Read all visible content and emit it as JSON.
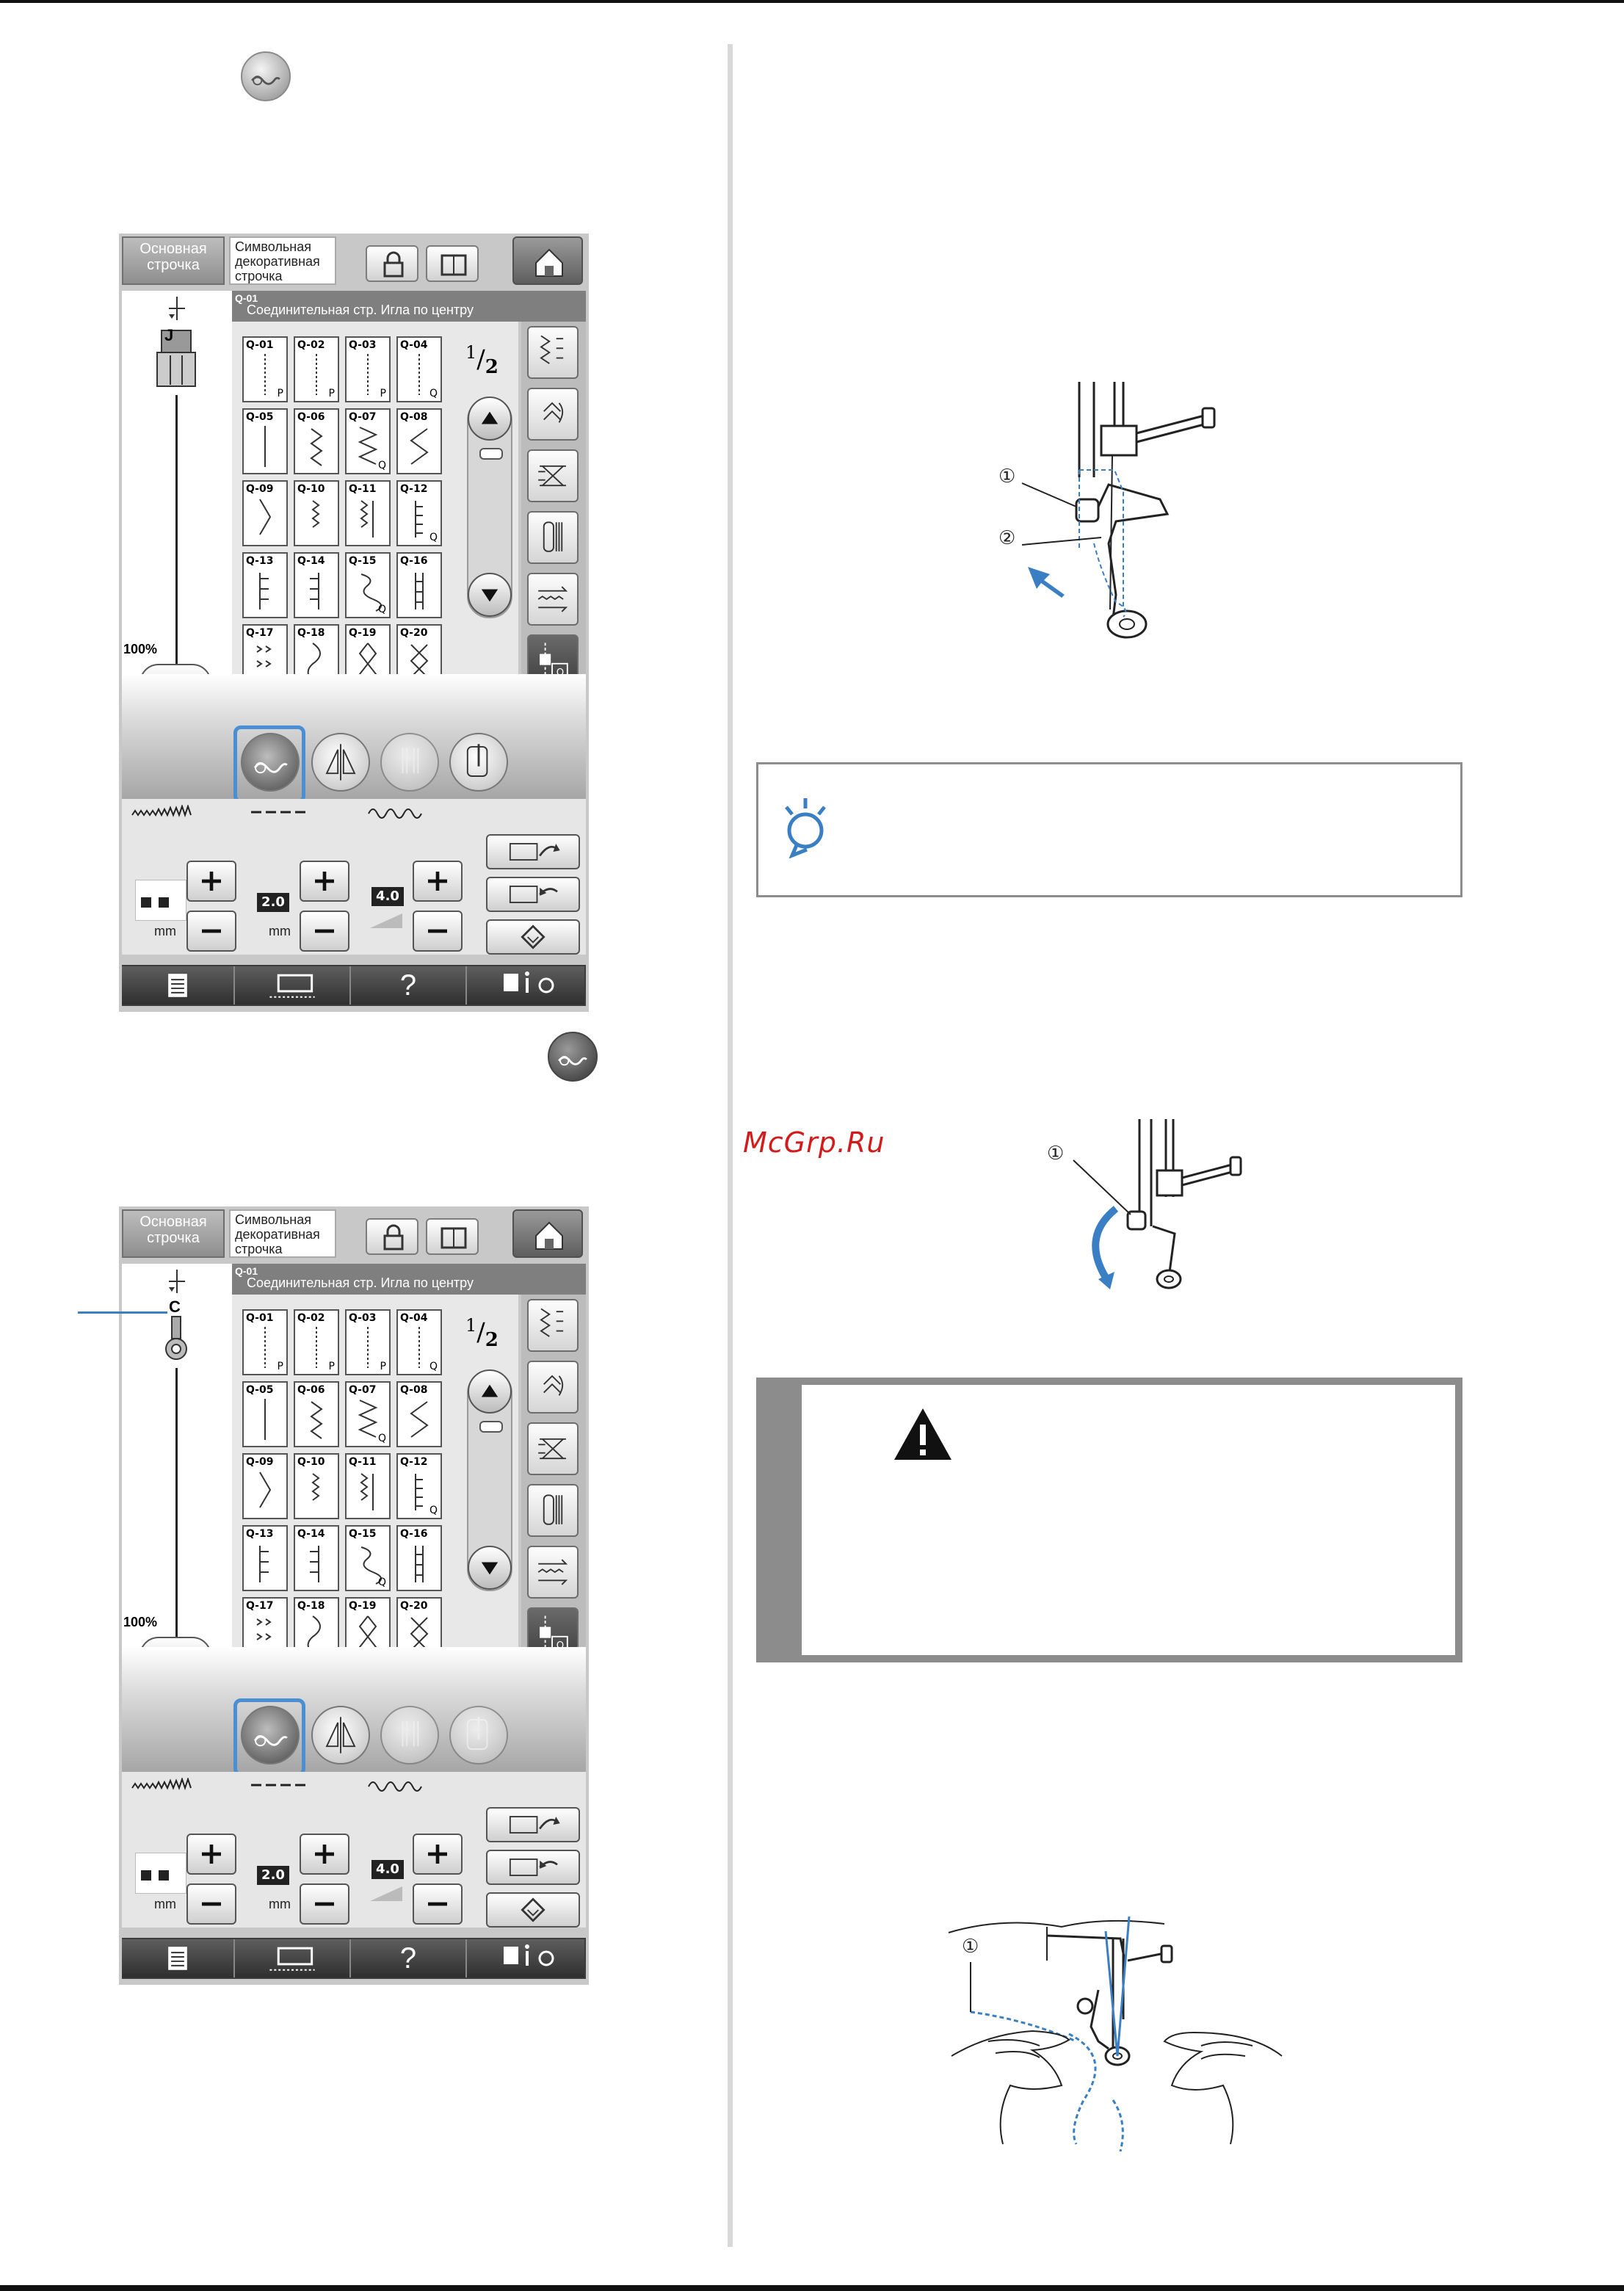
{
  "watermark": "McGrp.Ru",
  "screen": {
    "tab_basic": "Основная строчка",
    "tab_char": "Символьная декоративная строчка",
    "header_code": "Q-01",
    "header_title": "Соединительная стр. Игла по центру",
    "page_fraction_num": "1",
    "page_fraction_den": "2",
    "speed_percent": "100%",
    "stitch_width_value": "2.0",
    "tension_value": "4.0",
    "unit_mm": "mm",
    "help_label": "?",
    "presser_foot_1": "J",
    "presser_foot_2": "C",
    "cells": [
      {
        "code": "Q-01",
        "mark": "P"
      },
      {
        "code": "Q-02",
        "mark": "P"
      },
      {
        "code": "Q-03",
        "mark": "P"
      },
      {
        "code": "Q-04",
        "mark": "Q"
      },
      {
        "code": "Q-05",
        "mark": ""
      },
      {
        "code": "Q-06",
        "mark": ""
      },
      {
        "code": "Q-07",
        "mark": "Q"
      },
      {
        "code": "Q-08",
        "mark": ""
      },
      {
        "code": "Q-09",
        "mark": ""
      },
      {
        "code": "Q-10",
        "mark": ""
      },
      {
        "code": "Q-11",
        "mark": ""
      },
      {
        "code": "Q-12",
        "mark": "Q"
      },
      {
        "code": "Q-13",
        "mark": ""
      },
      {
        "code": "Q-14",
        "mark": ""
      },
      {
        "code": "Q-15",
        "mark": "Q"
      },
      {
        "code": "Q-16",
        "mark": ""
      },
      {
        "code": "Q-17",
        "mark": ""
      },
      {
        "code": "Q-18",
        "mark": ""
      },
      {
        "code": "Q-19",
        "mark": ""
      },
      {
        "code": "Q-20",
        "mark": ""
      }
    ]
  },
  "figures": {
    "fig1_callouts": [
      "①",
      "②"
    ],
    "fig2_callouts": [
      "①"
    ],
    "fig3_callouts": [
      "①"
    ]
  },
  "colors": {
    "selection_blue": "#4a8fd3",
    "illustration_blue": "#3a7fc4",
    "watermark_red": "#d21b1b"
  }
}
